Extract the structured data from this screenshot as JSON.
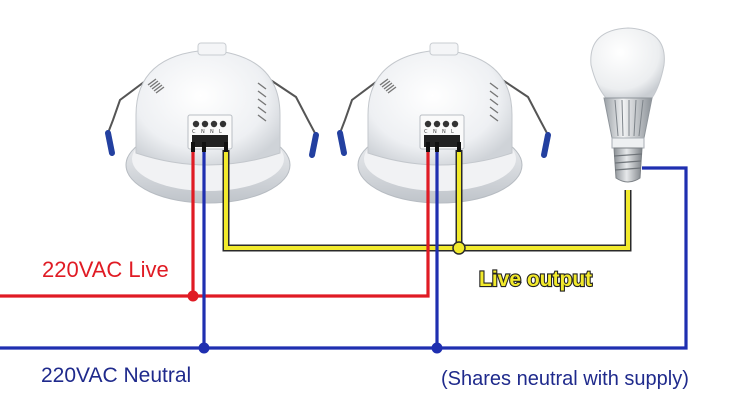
{
  "labels": {
    "live": "220VAC Live",
    "neutral": "220VAC Neutral",
    "output": "Live output",
    "note": "(Shares neutral with supply)"
  },
  "sensor_terminal_markings": [
    "C",
    "N",
    "N",
    "L"
  ],
  "colors": {
    "live_wire": "#e01b24",
    "neutral_wire": "#1f2fb0",
    "output_wire": "#f2ea2c",
    "output_wire_outline": "#2a2a2a",
    "junction_live": "#e01b24",
    "junction_neutral": "#1f2fb0",
    "junction_output": "#f2ea2c"
  },
  "icons": [
    "motion-sensor-icon",
    "light-bulb-icon"
  ]
}
